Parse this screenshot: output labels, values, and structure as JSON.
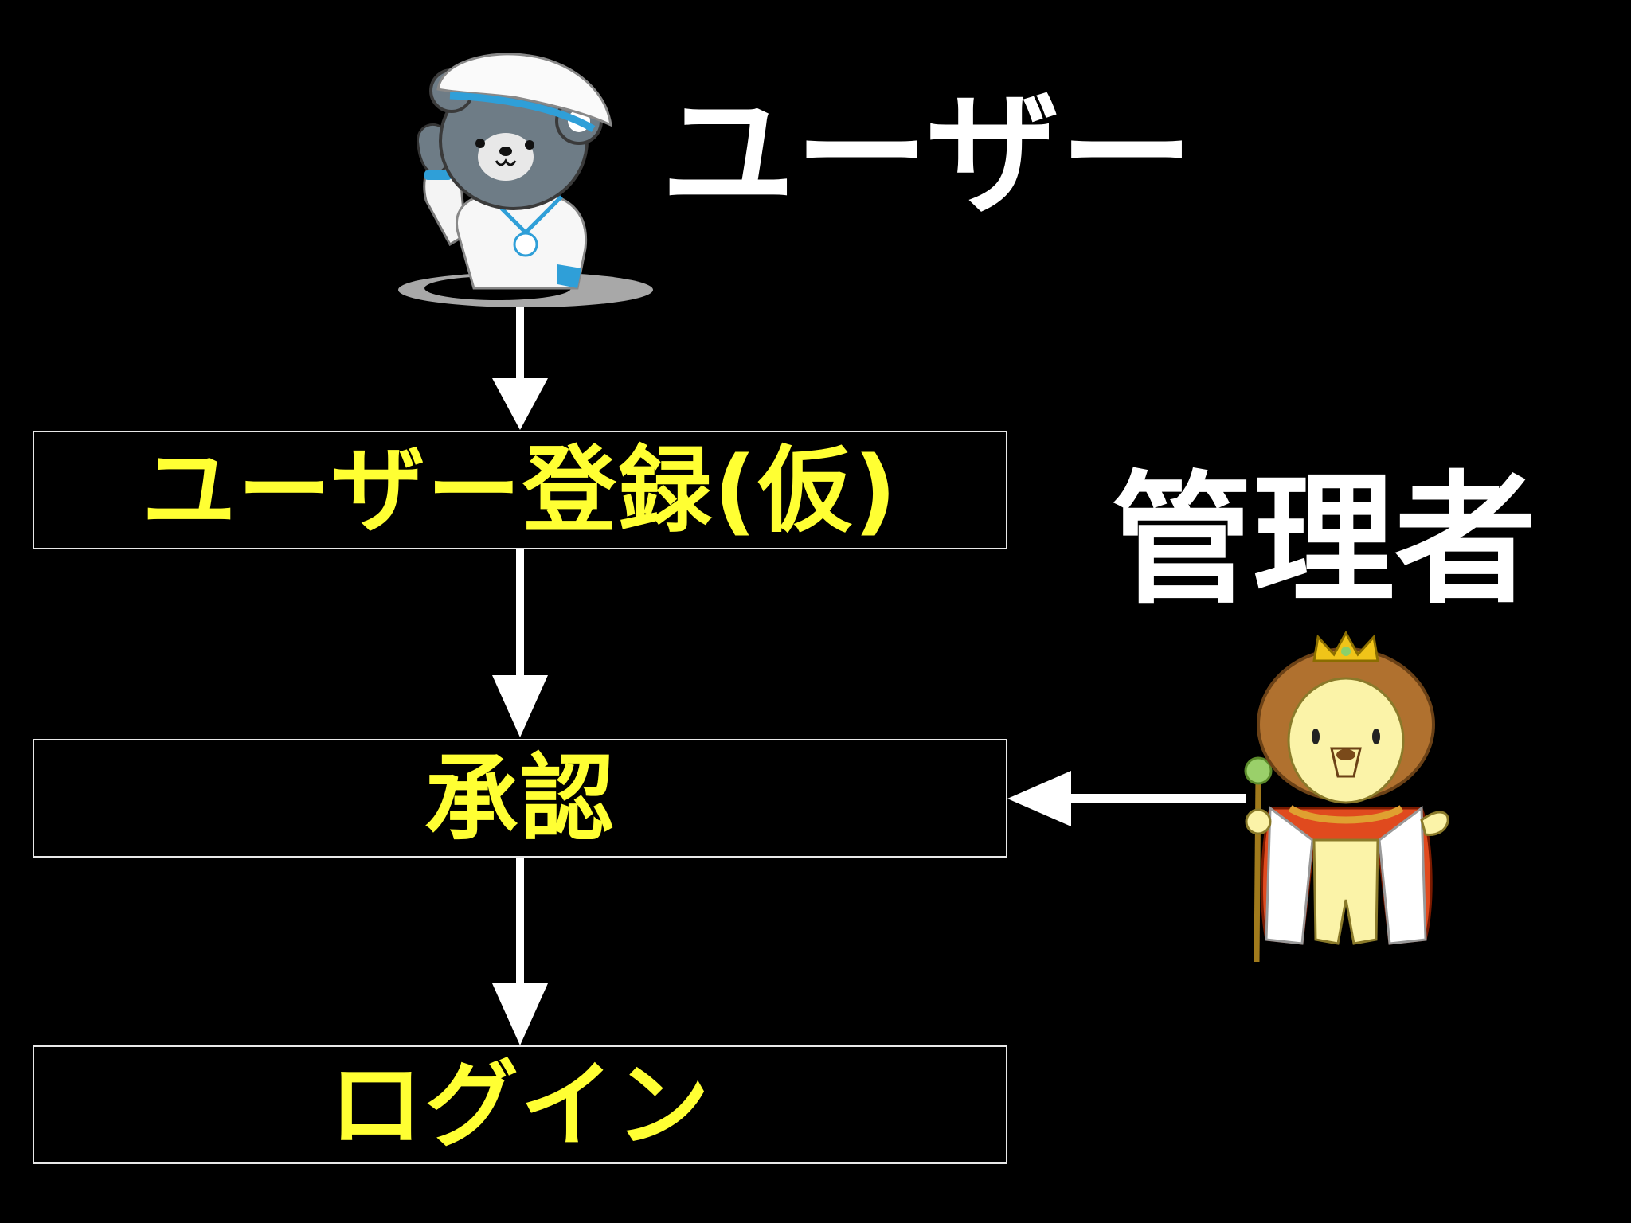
{
  "diagram": {
    "actors": {
      "user": {
        "label": "ユーザー",
        "mascot": "bear-sailor-mascot"
      },
      "admin": {
        "label": "管理者",
        "mascot": "lion-king-mascot"
      }
    },
    "steps": [
      {
        "label": "ユーザー登録(仮)"
      },
      {
        "label": "承認"
      },
      {
        "label": "ログイン"
      }
    ],
    "colors": {
      "background": "#000000",
      "step_text": "#ffff33",
      "actor_text": "#ffffff",
      "arrows": "#ffffff",
      "box_border": "#e8e8e8"
    }
  }
}
